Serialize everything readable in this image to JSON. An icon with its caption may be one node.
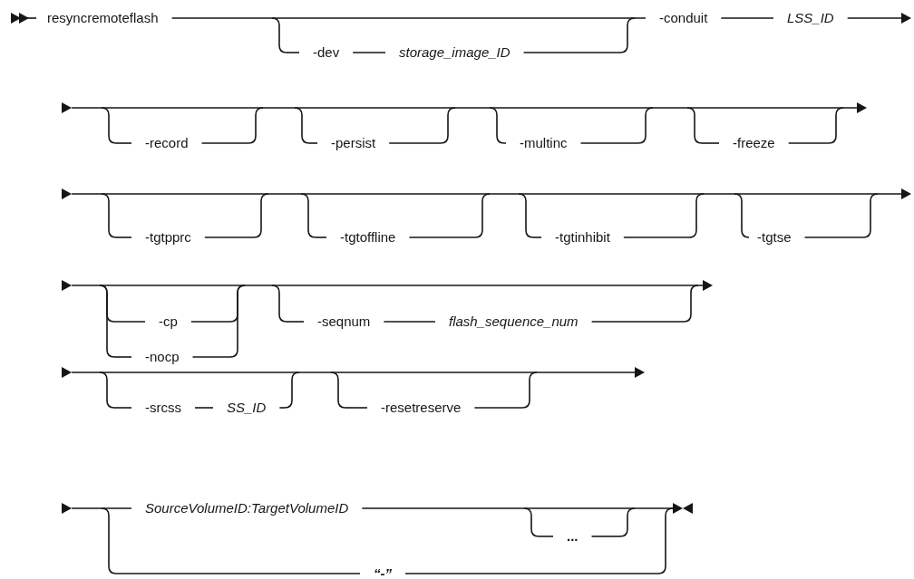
{
  "diagram": {
    "labels": [
      "resyncremoteflash",
      "-dev",
      "storage_image_ID",
      "-conduit",
      "LSS_ID",
      "-record",
      "-persist",
      "-multinc",
      "-freeze",
      "-tgtpprc",
      "-tgtoffline",
      "-tgtinhibit",
      "-tgtse",
      "-cp",
      "-nocp",
      "-seqnum",
      "flash_sequence_num",
      "-srcss",
      "SS_ID",
      "-resetreserve",
      "SourceVolumeID:TargetVolumeID",
      "...",
      "“-”"
    ]
  }
}
